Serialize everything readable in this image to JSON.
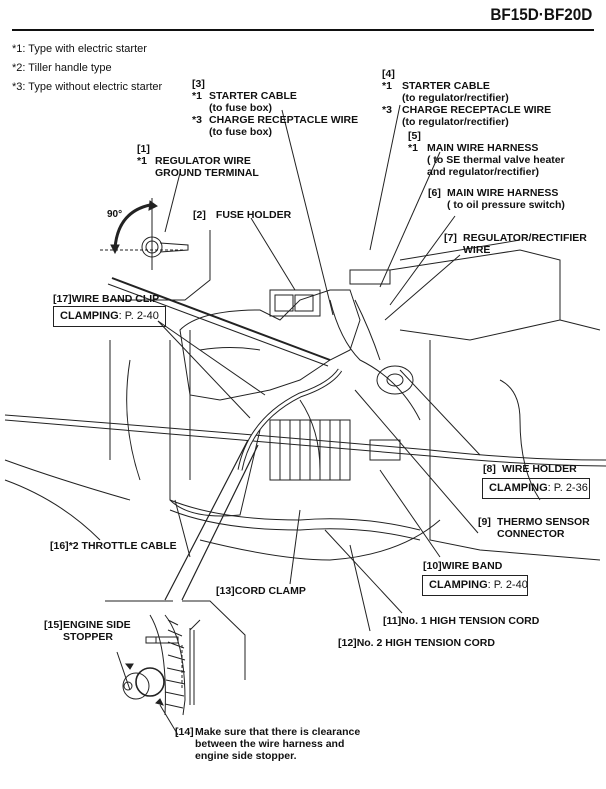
{
  "header": {
    "model": "BF15D·BF20D"
  },
  "notes": [
    "*1: Type with electric starter",
    "*2: Tiller handle type",
    "*3: Type without electric starter"
  ],
  "detail_view": {
    "angle": "90°"
  },
  "callouts": {
    "c1": {
      "ref": "[1]",
      "mark": "*1",
      "line1": "REGULATOR WIRE",
      "line2": "GROUND TERMINAL"
    },
    "c2": {
      "ref": "[2]",
      "text": "FUSE HOLDER"
    },
    "c3": {
      "ref": "[3]",
      "mark1": "*1",
      "text1": "STARTER CABLE",
      "sub1": "(to fuse box)",
      "mark2": "*3",
      "text2": "CHARGE RECEPTACLE WIRE",
      "sub2": "(to fuse box)"
    },
    "c4": {
      "ref": "[4]",
      "mark1": "*1",
      "text1": "STARTER CABLE",
      "sub1": "(to regulator/rectifier)",
      "mark2": "*3",
      "text2": "CHARGE RECEPTACLE WIRE",
      "sub2": "(to regulator/rectifier)"
    },
    "c5": {
      "ref": "[5]",
      "mark": "*1",
      "line1": "MAIN WIRE HARNESS",
      "line2": "( to SE thermal valve heater",
      "line3": "and regulator/rectifier)"
    },
    "c6": {
      "ref": "[6]",
      "line1": "MAIN WIRE HARNESS",
      "line2": "( to oil pressure switch)"
    },
    "c7": {
      "ref": "[7]",
      "line1": "REGULATOR/RECTIFIER",
      "line2": "WIRE"
    },
    "c8": {
      "ref": "[8]",
      "text": "WIRE HOLDER",
      "clamp_label": "CLAMPING",
      "clamp_page": ": P. 2-36"
    },
    "c9": {
      "ref": "[9]",
      "line1": "THERMO SENSOR",
      "line2": "CONNECTOR"
    },
    "c10": {
      "ref": "[10]",
      "text": "WIRE BAND",
      "clamp_label": "CLAMPING",
      "clamp_page": ": P. 2-40"
    },
    "c11": {
      "ref": "[11]",
      "text": "No. 1 HIGH TENSION CORD"
    },
    "c12": {
      "ref": "[12]",
      "text": "No. 2 HIGH TENSION CORD"
    },
    "c13": {
      "ref": "[13]",
      "text": "CORD CLAMP"
    },
    "c14": {
      "ref": "[14]",
      "line1": "Make sure that  there is clearance",
      "line2": "between the wire harness and",
      "line3": "engine side stopper."
    },
    "c15": {
      "ref": "[15]",
      "line1": "ENGINE SIDE",
      "line2": "STOPPER"
    },
    "c16": {
      "ref": "[16]",
      "text": "*2 THROTTLE CABLE"
    },
    "c17": {
      "ref": "[17]",
      "text": "WIRE BAND CLIP",
      "clamp_label": "CLAMPING",
      "clamp_page": ": P. 2-40"
    }
  }
}
